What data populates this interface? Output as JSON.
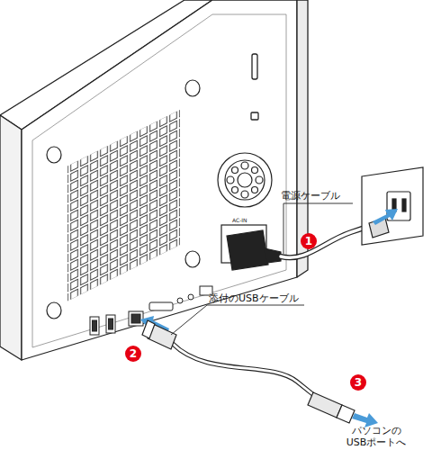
{
  "diagram": {
    "labels": [
      "電源ケーブル",
      "1",
      "添付のUSBケーブル",
      "2",
      "3",
      "パソコンの USBポートへ",
      "AC-IN"
    ]
  }
}
